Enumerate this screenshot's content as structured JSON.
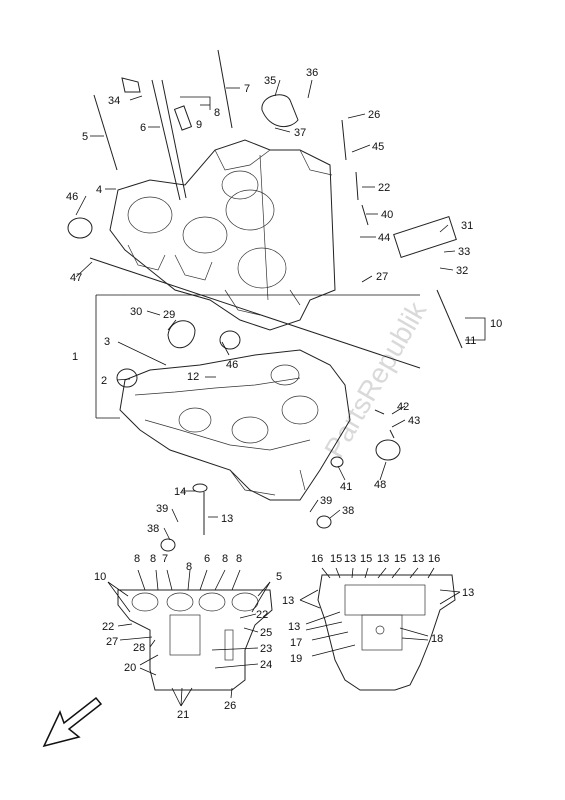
{
  "diagram": {
    "watermark": "PartsRepublik",
    "labels": {
      "l1": "1",
      "l2": "2",
      "l3": "3",
      "l4": "4",
      "l5": "5",
      "l6": "6",
      "l7": "7",
      "l8": "8",
      "l9": "9",
      "l10": "10",
      "l11": "11",
      "l12": "12",
      "l13": "13",
      "l14": "14",
      "l22": "22",
      "l26": "26",
      "l27": "27",
      "l29": "29",
      "l30": "30",
      "l31": "31",
      "l32": "32",
      "l33": "33",
      "l34": "34",
      "l35": "35",
      "l36": "36",
      "l37": "37",
      "l38": "38",
      "l39": "39",
      "l40": "40",
      "l41": "41",
      "l42": "42",
      "l43": "43",
      "l44": "44",
      "l45": "45",
      "l46": "46",
      "l47": "47",
      "l48": "48",
      "b13": "13",
      "b38": "38",
      "b39": "39",
      "g5": "5",
      "g6": "6",
      "g7": "7",
      "g8a": "8",
      "g8b": "8",
      "g8c": "8",
      "g8d": "8",
      "g10": "10",
      "g20": "20",
      "g21": "21",
      "g22a": "22",
      "g22b": "22",
      "g23": "23",
      "g24": "24",
      "g25": "25",
      "g26": "26",
      "g27": "27",
      "g28": "28",
      "h13a": "13",
      "h13b": "13",
      "h13c": "13",
      "h13d": "13",
      "h13e": "13",
      "h13f": "13",
      "h15a": "15",
      "h15b": "15",
      "h15c": "15",
      "h16a": "16",
      "h16b": "16",
      "h17": "17",
      "h18": "18",
      "h19": "19"
    },
    "icons": {
      "direction": "front-direction-arrow-icon"
    }
  }
}
